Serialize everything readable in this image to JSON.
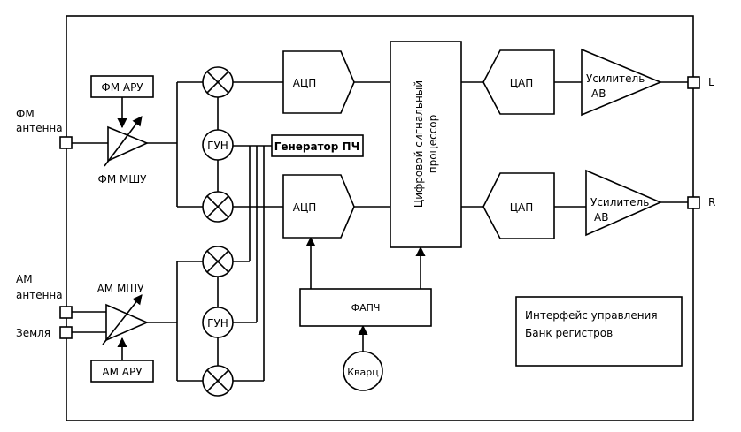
{
  "labels": {
    "fm_antenna_1": "ФМ",
    "fm_antenna_2": "антенна",
    "am_antenna_1": "АМ",
    "am_antenna_2": "антенна",
    "ground": "Земля",
    "fm_agc": "ФМ АРУ",
    "am_agc": "АМ АРУ",
    "fm_lna": "ФМ МШУ",
    "am_lna": "АМ МШУ",
    "vco_top": "ГУН",
    "vco_bottom": "ГУН",
    "if_generator": "Генератор ПЧ",
    "adc_top": "АЦП",
    "adc_bottom": "АЦП",
    "dsp_1": "Цифровой сигнальный",
    "dsp_2": "процессор",
    "dac_top": "ЦАП",
    "dac_bottom": "ЦАП",
    "amp_top_1": "Усилитель",
    "amp_top_2": "АВ",
    "amp_bottom_1": "Усилитель",
    "amp_bottom_2": "АВ",
    "out_left": "L",
    "out_right": "R",
    "pll": "ФАПЧ",
    "crystal": "Кварц",
    "control_1": "Интерфейс управления",
    "control_2": "Банк регистров"
  }
}
